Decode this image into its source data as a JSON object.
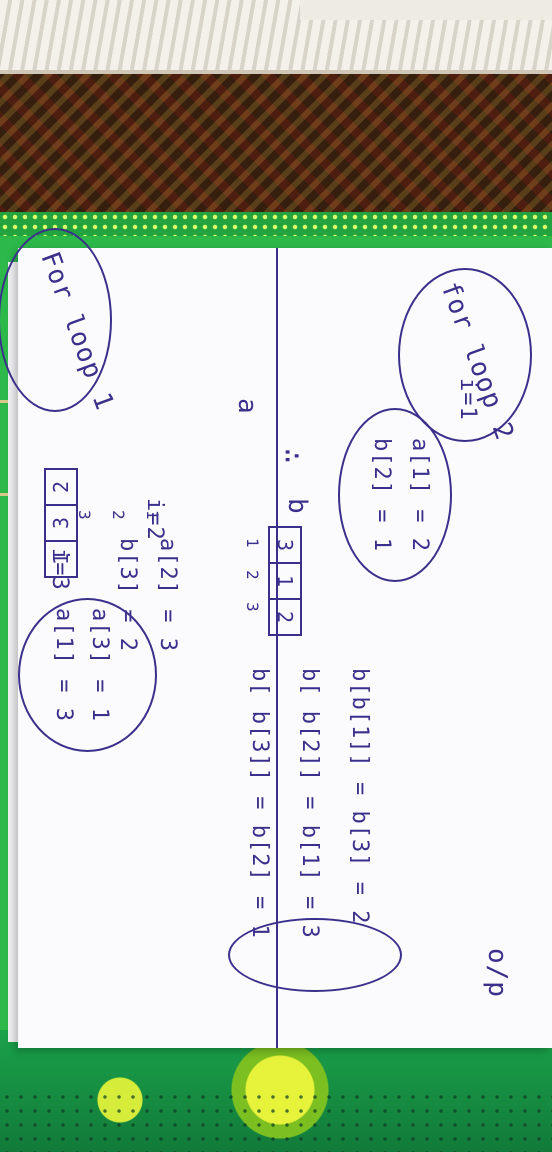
{
  "sheet": {
    "section1": {
      "heading": "For loop 1",
      "array_label": "a",
      "array_values": [
        "2",
        "3",
        "1"
      ],
      "array_indices": [
        "1",
        "2",
        "3"
      ],
      "iterations": [
        {
          "label": "i=1",
          "lines": [
            "a[1] = 2",
            "b[2] = 1"
          ]
        },
        {
          "label": "i=2",
          "lines": [
            "a[2] = 3",
            "b[3] = 2"
          ]
        },
        {
          "label": "i=3",
          "lines": [
            "a[3] = 1",
            "a[1] = 3"
          ]
        }
      ]
    },
    "section2": {
      "heading": "for loop 2",
      "therefore": "∴",
      "array_label": "b",
      "array_values": [
        "3",
        "1",
        "2"
      ],
      "array_indices": [
        "1",
        "2",
        "3"
      ],
      "lines": [
        {
          "expr": "b[b[1]]",
          "mid": "= b[3]",
          "result": "= 2"
        },
        {
          "expr": "b[ b[2]]",
          "mid": "= b[1]",
          "result": "= 3"
        },
        {
          "expr": "b[ b[3]]",
          "mid": "= b[2]",
          "result": "= 1"
        }
      ],
      "output_label": "o/p"
    }
  }
}
